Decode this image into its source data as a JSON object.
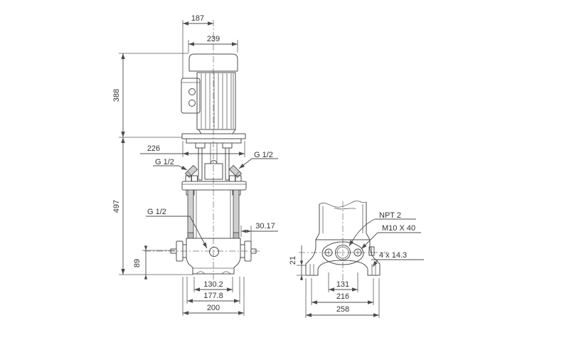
{
  "page": {
    "background": "#ffffff"
  },
  "drawing": {
    "description": "Dimensional drawing of a vertical multistage centrifugal pump: front elevation with motor (left) and base plan view (right)",
    "line_color": "#4c4c4c",
    "text_color": "#333333",
    "shade_color": "#cfcfcf"
  },
  "front_view": {
    "dims": {
      "motor_depth_to_center": "187",
      "motor_width": "239",
      "motor_height": "388",
      "flange_width": "226",
      "pump_height": "497",
      "port_center_height": "89",
      "port_face_offset": "30.17",
      "foot_pad_spacing": "130.2",
      "foot_bolt_spacing": "177.8",
      "base_length": "200"
    },
    "labels": {
      "vent_plug_left": "G 1/2",
      "vent_plug_right": "G 1/2",
      "drain_plug": "G 1/2"
    }
  },
  "base_view": {
    "dims": {
      "foot_height": "21",
      "port_bolt_spacing": "131",
      "foot_hole_spacing": "216",
      "base_width": "258"
    },
    "labels": {
      "port_thread": "NPT 2",
      "port_bolt": "M10 X 40",
      "foot_holes": "4 x 14.3"
    }
  }
}
